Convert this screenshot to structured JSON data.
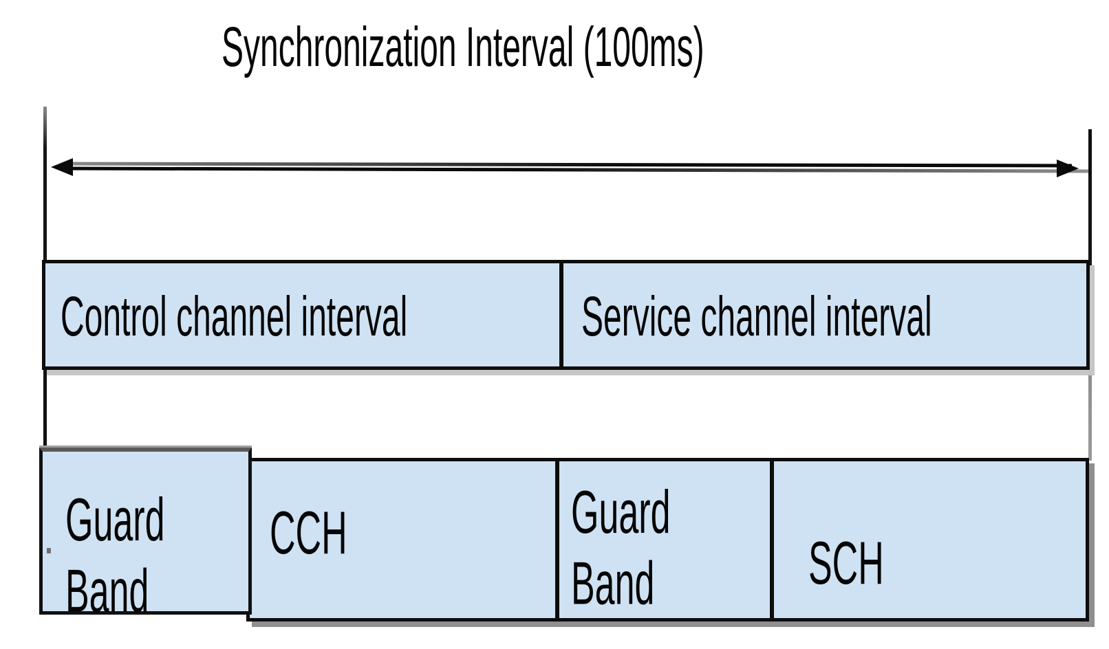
{
  "title": "Synchronization Interval (100ms)",
  "rows": {
    "intervals": {
      "control": "Control channel interval",
      "service": "Service channel interval"
    },
    "channels": {
      "guard1": "Guard Band",
      "cch": "CCH",
      "guard2": "Guard Band",
      "sch": "SCH"
    }
  },
  "icons": {
    "span_arrow": "double-headed-arrow"
  },
  "colors": {
    "box_fill": "#cfe2f3",
    "box_border": "#0d0d0d",
    "row1_shadow": "#c6c6c6",
    "row2_shadow": "#8f8f8f",
    "text": "#050505",
    "arrow_dark": "#0a0a0a",
    "arrow_gray": "#8a8a8a",
    "background": "#ffffff"
  }
}
